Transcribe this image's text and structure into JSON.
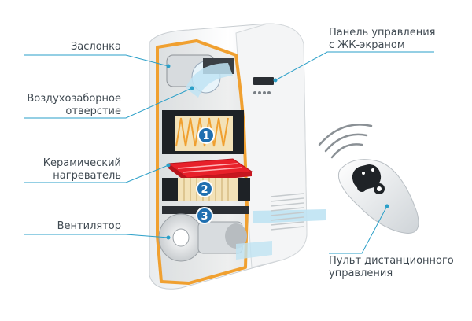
{
  "labels": {
    "damper": "Заслонка",
    "intake_line1": "Воздухозаборное",
    "intake_line2": "отверстие",
    "heater_line1": "Керамический",
    "heater_line2": "нагреватель",
    "fan": "Вентилятор",
    "panel_line1": "Панель управления",
    "panel_line2": "с ЖК-экраном",
    "remote_line1": "Пульт дистанционного",
    "remote_line2": "управления"
  },
  "badges": [
    "1",
    "2",
    "3"
  ],
  "colors": {
    "leader_line": "#2a9fc8",
    "orange_frame": "#f0a030",
    "heater_red": "#e8202a",
    "badge_blue": "#1f6fb0",
    "airflow_blue": "#bfe3f3"
  },
  "icons": [
    "remote-control-icon",
    "wireless-signal-icon",
    "fan-icon"
  ]
}
